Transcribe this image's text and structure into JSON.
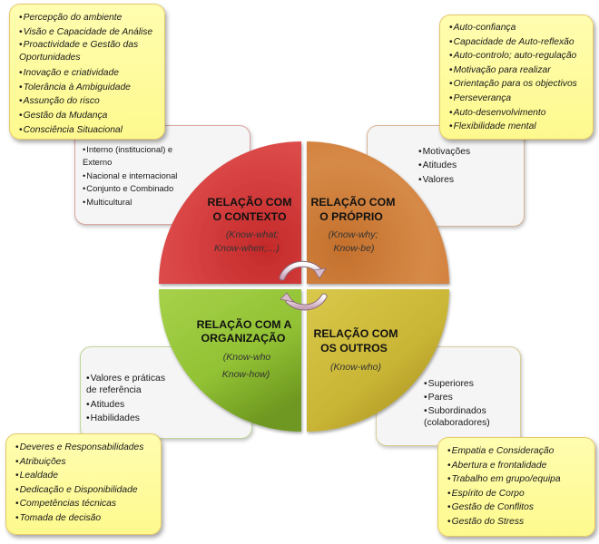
{
  "quadrants": {
    "context": {
      "title_line1": "RELAÇÃO  COM",
      "title_line2": "O CONTEXTO",
      "sub_line1": "(Know-what;",
      "sub_line2": "Know-when;…)",
      "color": "#d63b3b"
    },
    "self": {
      "title_line1": "RELAÇÃO  COM",
      "title_line2": "O PRÓPRIO",
      "sub_line1": "(Know-why;",
      "sub_line2": "Know-be)",
      "color": "#d27a34"
    },
    "organization": {
      "title_line1": "RELAÇÃO COM A",
      "title_line2": "ORGANIZAÇÃO",
      "sub_line1": "(Know-who",
      "sub_line2": "Know-how)",
      "color": "#9ccc3c"
    },
    "others": {
      "title_line1": "RELAÇÃO  COM",
      "title_line2": "OS OUTROS",
      "sub_line1": "(Know-who)",
      "color": "#cfbb35"
    }
  },
  "gray_boxes": {
    "context": [
      "Interno (institucional)  e Externo",
      "Nacional e internacional",
      "Conjunto e Combinado",
      "Multicultural"
    ],
    "self": [
      "Motivações",
      "Atitudes",
      "Valores"
    ],
    "organization": [
      "Valores e práticas de referência",
      "Atitudes",
      "Habilidades"
    ],
    "others": [
      "Superiores",
      "Pares",
      "Subordinados (colaboradores)"
    ]
  },
  "yellow_boxes": {
    "context": [
      "Percepção do ambiente",
      "Visão e Capacidade de Análise",
      "Proactividade e Gestão das Oportunidades",
      "Inovação e criatividade",
      "Tolerância à Ambiguidade",
      "Assunção do risco",
      "Gestão da Mudança",
      "Consciência Situacional"
    ],
    "self": [
      "Auto-confiança",
      "Capacidade de Auto-reflexão",
      "Auto-controlo; auto-regulação",
      "Motivação para realizar",
      "Orientação para os objectivos",
      "Perseverança",
      "Auto-desenvolvimento",
      "Flexibilidade mental"
    ],
    "organization": [
      "Deveres  e Responsabilidades",
      "Atribuições",
      "Lealdade",
      "Dedicação e Disponibilidade",
      "Competências técnicas",
      "Tomada de decisão"
    ],
    "others": [
      "Empatia e Consideração",
      "Abertura e frontalidade",
      "Trabalho em grupo/equipa",
      "Espírito de Corpo",
      "Gestão de Conflitos",
      "Gestão do Stress"
    ]
  },
  "bullet": "•"
}
